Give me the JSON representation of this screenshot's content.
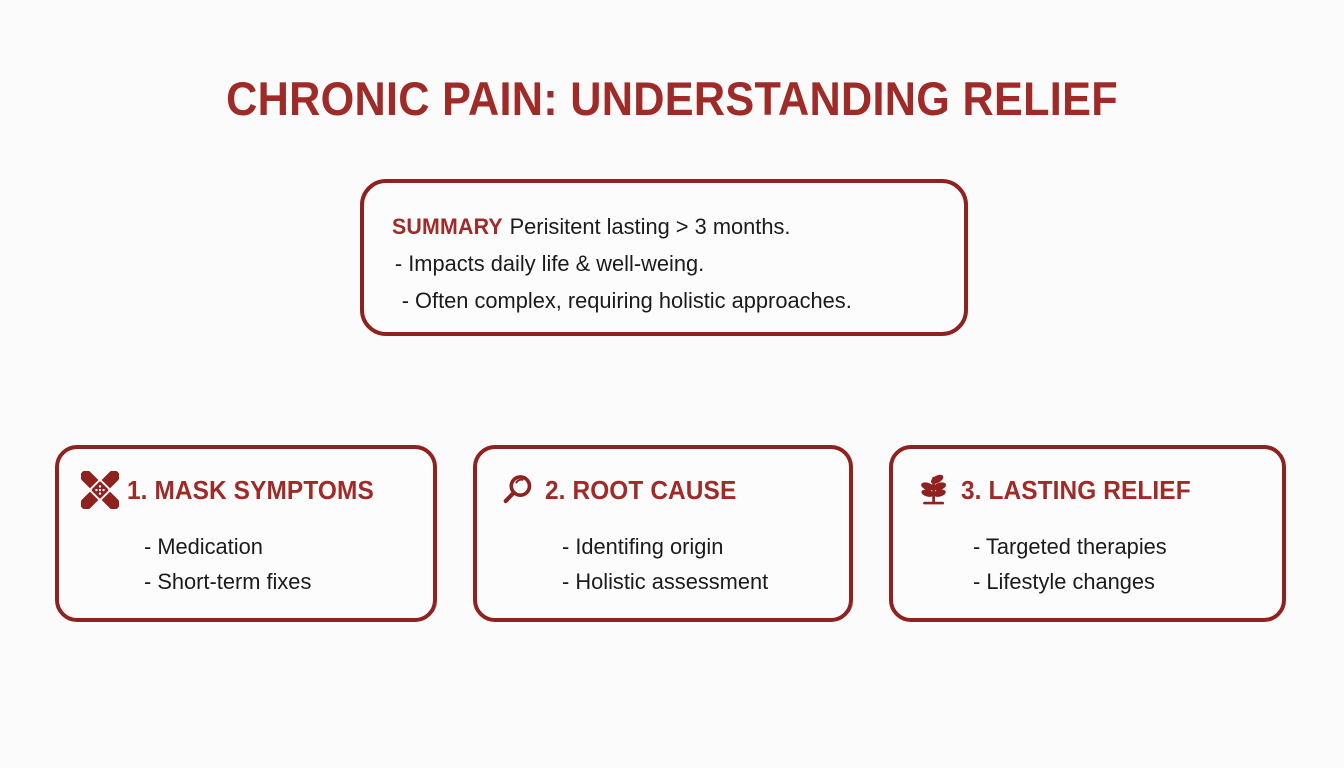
{
  "theme": {
    "background": "#fcfbfb",
    "accent_red": "#9e2b27",
    "border_red": "#8e2220",
    "body_text": "#1b1b1b"
  },
  "title": "CHRONIC PAIN: UNDERSTANDING RELIEF",
  "summary": {
    "label": "SUMMARY",
    "lead": "Perisitent lasting > 3 months.",
    "lines": [
      "- Impacts daily life & well-weing.",
      "- Often complex, requiring holistic approaches."
    ]
  },
  "cards": [
    {
      "icon": "bandage-icon",
      "title": "1. MASK SYMPTOMS",
      "bullets": [
        "- Medication",
        "- Short-term fixes"
      ]
    },
    {
      "icon": "magnifier-icon",
      "title": "2. ROOT CAUSE",
      "bullets": [
        "- Identifing origin",
        "- Holistic assessment"
      ]
    },
    {
      "icon": "plant-sprout-icon",
      "title": "3. LASTING RELIEF",
      "bullets": [
        "- Targeted therapies",
        "- Lifestyle changes"
      ]
    }
  ]
}
